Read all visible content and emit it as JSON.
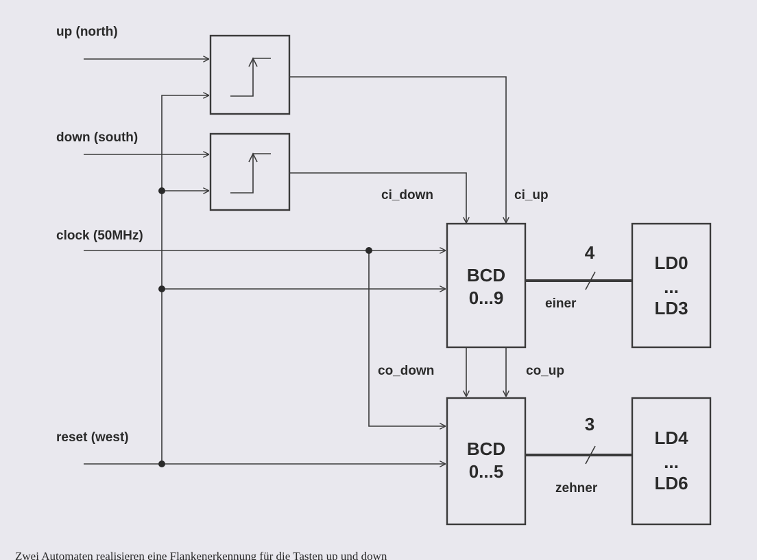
{
  "inputs": {
    "up": "up (north)",
    "down": "down (south)",
    "clock": "clock (50MHz)",
    "reset": "reset (west)"
  },
  "signals": {
    "ci_down": "ci_down",
    "ci_up": "ci_up",
    "co_down": "co_down",
    "co_up": "co_up",
    "einer": "einer",
    "zehner": "zehner"
  },
  "counters": [
    {
      "line1": "BCD",
      "line2": "0...9"
    },
    {
      "line1": "BCD",
      "line2": "0...5"
    }
  ],
  "outputs": [
    {
      "top": "LD0",
      "mid": "...",
      "bottom": "LD3"
    },
    {
      "top": "LD4",
      "mid": "...",
      "bottom": "LD6"
    }
  ],
  "bus_widths": {
    "einer": "4",
    "zehner": "3"
  },
  "caption": "Zwei Automaten realisieren eine Flankenerkennung für die Tasten up und down"
}
